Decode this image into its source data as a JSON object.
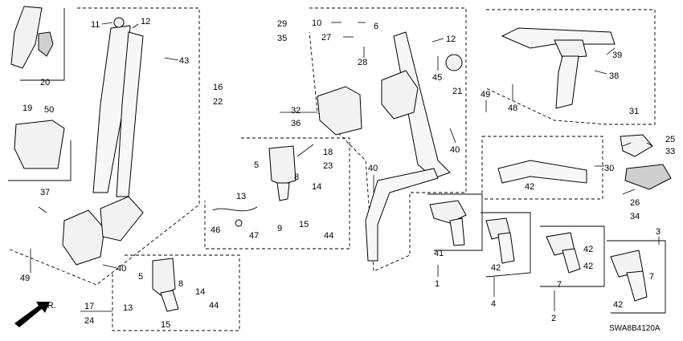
{
  "diagram_code": "SWA8B4120A",
  "front_indicator": "FR.",
  "labels": {
    "c1": "1",
    "c2": "2",
    "c3": "3",
    "c4": "4",
    "c5a": "5",
    "c5b": "5",
    "c6": "6",
    "c7a": "7",
    "c7b": "7",
    "c8a": "8",
    "c8b": "8",
    "c9": "9",
    "c10": "10",
    "c11": "11",
    "c12a": "12",
    "c12b": "12",
    "c13a": "13",
    "c13b": "13",
    "c14a": "14",
    "c14b": "14",
    "c15a": "15",
    "c15b": "15",
    "c16": "16",
    "c17": "17",
    "c18": "18",
    "c19": "19",
    "c20": "20",
    "c21": "21",
    "c22": "22",
    "c23": "23",
    "c24": "24",
    "c25": "25",
    "c26": "26",
    "c27": "27",
    "c28": "28",
    "c29": "29",
    "c30": "30",
    "c31": "31",
    "c32": "32",
    "c33": "33",
    "c34": "34",
    "c35": "35",
    "c36": "36",
    "c37": "37",
    "c38": "38",
    "c39": "39",
    "c40a": "40",
    "c40b": "40",
    "c40c": "40",
    "c41": "41",
    "c42a": "42",
    "c42b": "42",
    "c42c": "42",
    "c42d": "42",
    "c42e": "42",
    "c43": "43",
    "c44a": "44",
    "c44b": "44",
    "c45": "45",
    "c46": "46",
    "c47": "47",
    "c48": "48",
    "c49a": "49",
    "c49b": "49",
    "c50": "50"
  }
}
